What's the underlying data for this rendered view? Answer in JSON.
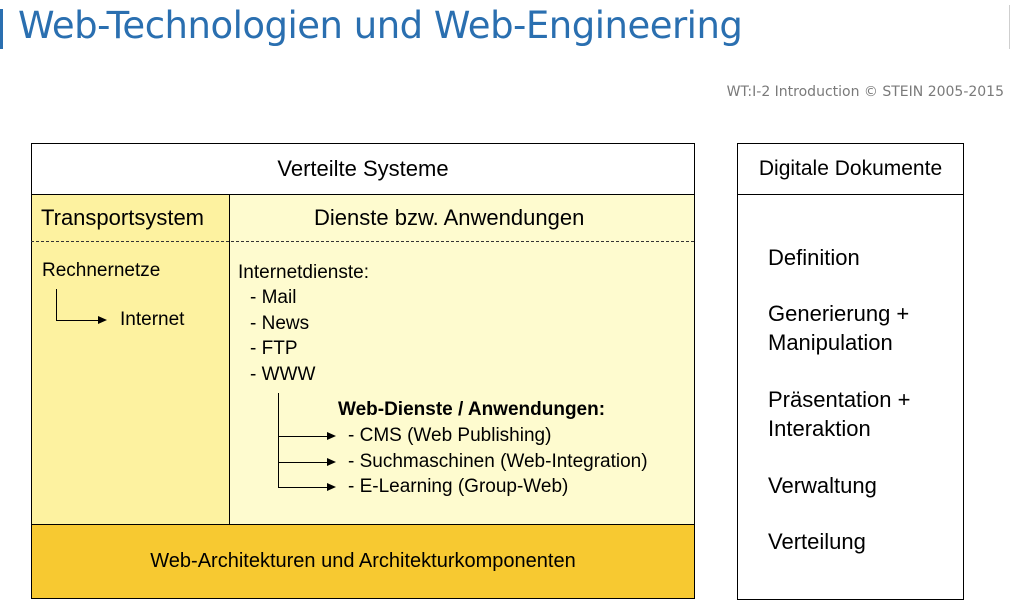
{
  "header": {
    "title": "Web-Technologien und Web-Engineering",
    "credit": "WT:I-2 Introduction © STEIN 2005-2015"
  },
  "diagram": {
    "verteilte_systeme": "Verteilte Systeme",
    "transportsystem": {
      "heading": "Transportsystem",
      "rechnernetze": "Rechnernetze",
      "internet": "Internet"
    },
    "dienste": {
      "heading": "Dienste bzw. Anwendungen",
      "internetdienste": "Internetdienste:",
      "services": [
        "- Mail",
        "- News",
        "- FTP",
        "- WWW"
      ],
      "web_dienste_heading": "Web-Dienste / Anwendungen:",
      "web_dienste": [
        "- CMS (Web Publishing)",
        "- Suchmaschinen (Web-Integration)",
        "- E-Learning (Group-Web)"
      ]
    },
    "architektur": "Web-Architekturen und Architekturkomponenten",
    "digitale_dokumente": {
      "heading": "Digitale Dokumente",
      "items": [
        "Definition",
        "Generierung +",
        "Manipulation",
        "Präsentation +",
        "Interaktion",
        "Verwaltung",
        "Verteilung"
      ]
    }
  },
  "colors": {
    "title_blue": "#2a6fb0",
    "transport_fill": "#fdf2a0",
    "dienste_fill": "#fefbcf",
    "architektur_fill": "#f7c931"
  }
}
